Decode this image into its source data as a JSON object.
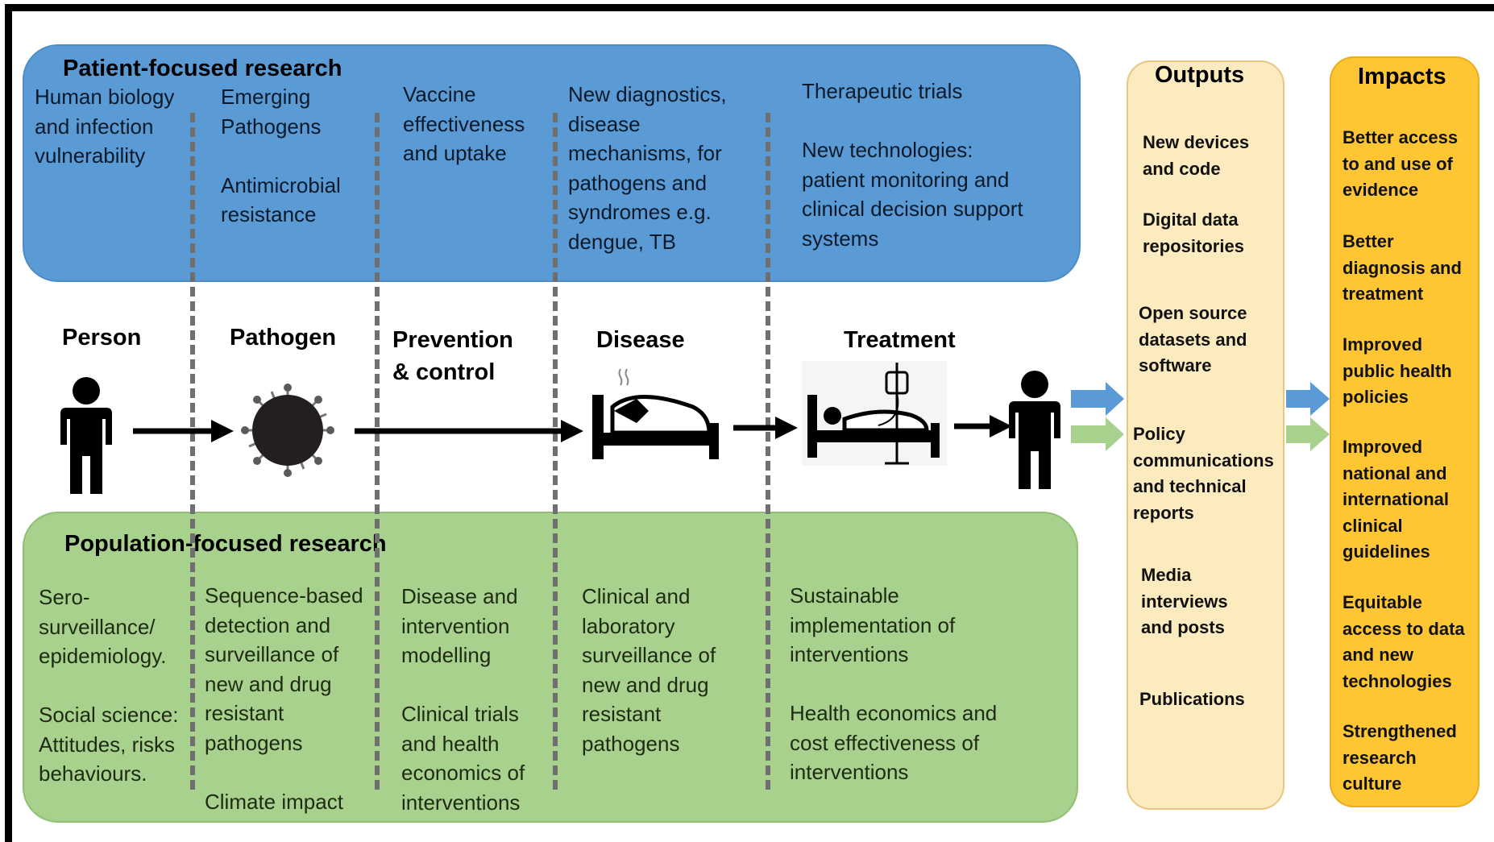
{
  "patient": {
    "title": "Patient-focused research",
    "cells": [
      "Human biology\nand infection\nvulnerability",
      "Emerging\nPathogens\n\nAntimicrobial\nresistance",
      "Vaccine\neffectiveness\nand uptake",
      "New diagnostics,\ndisease\nmechanisms, for\npathogens and\nsyndromes e.g.\ndengue, TB",
      "Therapeutic trials\n\nNew technologies:\npatient monitoring and\nclinical decision support\nsystems"
    ]
  },
  "stages": [
    "Person",
    "Pathogen",
    "Prevention\n& control",
    "Disease",
    "Treatment"
  ],
  "population": {
    "title": "Population-focused research",
    "cells": [
      "Sero-\nsurveillance/\nepidemiology.\n\nSocial science:\nAttitudes, risks\nbehaviours.",
      "Sequence-based\ndetection and\nsurveillance  of\nnew and drug\nresistant\npathogens\n\nClimate impact",
      "Disease and\nintervention\nmodelling\n\nClinical trials\nand health\neconomics of\ninterventions",
      "Clinical and\nlaboratory\nsurveillance of\nnew and drug\nresistant\npathogens",
      "Sustainable\nimplementation of\ninterventions\n\nHealth economics and\ncost effectiveness  of\ninterventions"
    ]
  },
  "outputs": {
    "title": "Outputs",
    "items": [
      "New devices\nand code",
      "Digital data\nrepositories",
      "Open source\ndatasets and\nsoftware",
      "Policy\ncommunications\nand technical\nreports",
      "Media\ninterviews\nand posts",
      "Publications"
    ]
  },
  "impacts": {
    "title": "Impacts",
    "items": [
      "Better access\nto and use of\nevidence",
      "Better\ndiagnosis and\ntreatment",
      "Improved\npublic health\npolicies",
      "Improved\nnational and\ninternational\nclinical\nguidelines",
      "Equitable\naccess to data\nand new\ntechnologies",
      "Strengthened\nresearch\nculture"
    ]
  },
  "colors": {
    "patient_panel": "#5b9bd5",
    "population_panel": "#a9d18e",
    "outputs_column": "#fdebc0",
    "impacts_column": "#ffc634",
    "arrow_blue": "#5b9bd5",
    "arrow_green": "#a9d18e"
  },
  "icons": [
    "person-icon",
    "virus-icon",
    "sick-bed-icon",
    "hospital-bed-icon",
    "person-recovered-icon"
  ]
}
